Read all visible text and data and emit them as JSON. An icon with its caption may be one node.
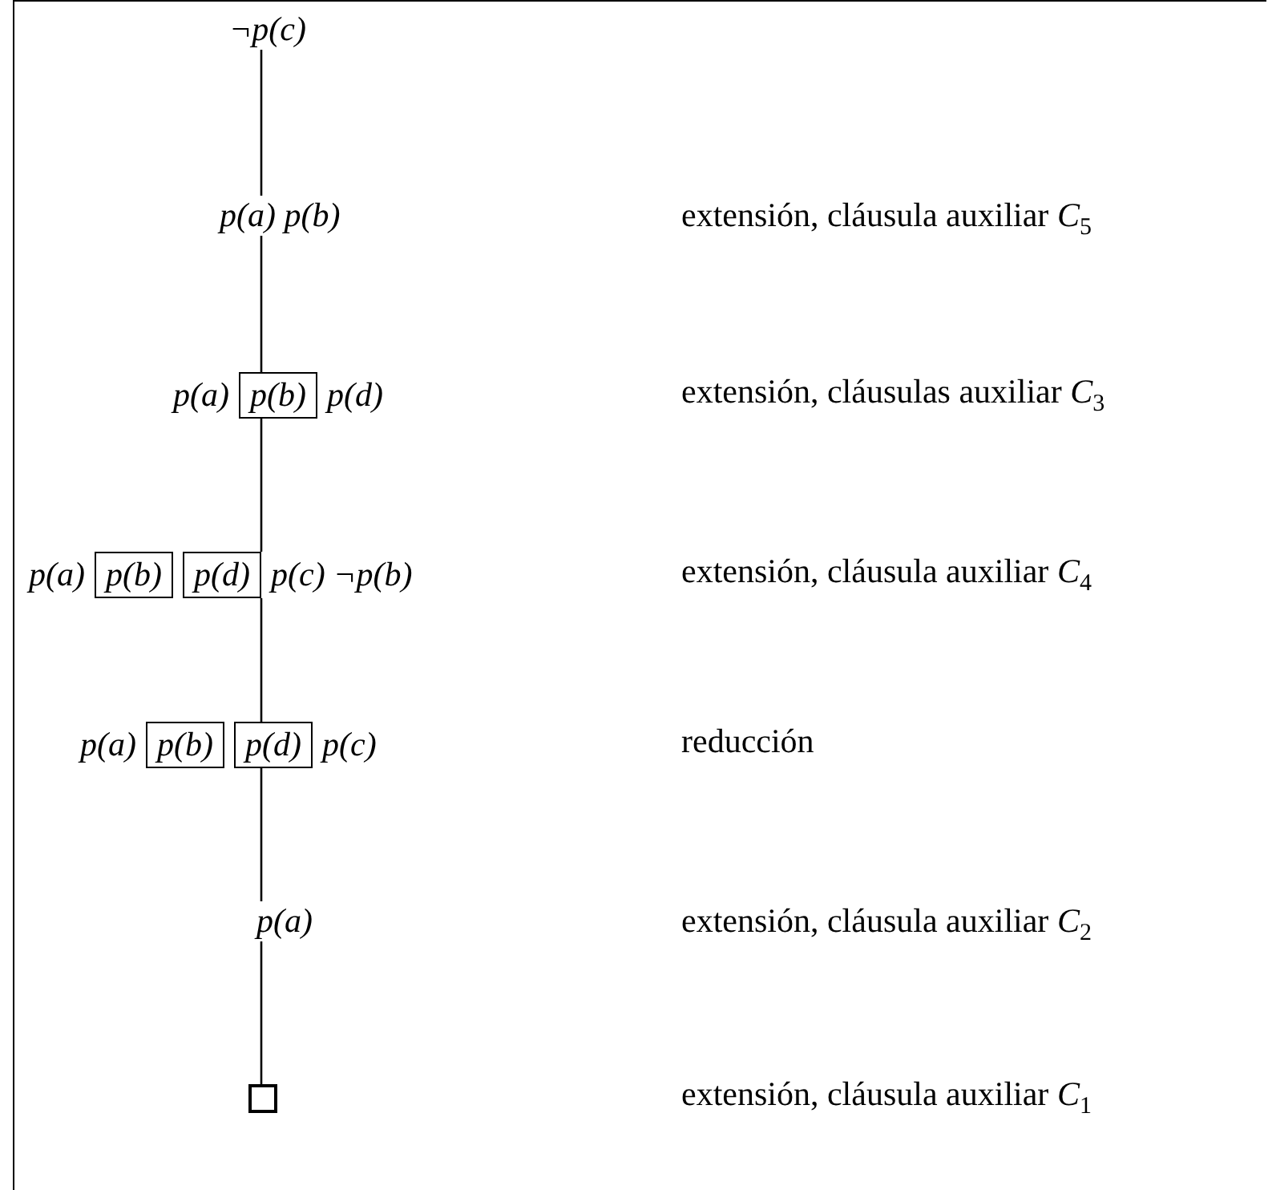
{
  "diagram": {
    "nodes": [
      {
        "text": [
          "¬p(c)"
        ]
      },
      {
        "text": [
          "p(a) p(b)"
        ]
      },
      {
        "text": [
          "p(a)",
          "p(d)"
        ]
      },
      {
        "text": [
          "p(b)"
        ]
      },
      {
        "text": [
          "p(a)",
          "p(c) ¬p(b)"
        ]
      },
      {
        "text": [
          "p(b)"
        ]
      },
      {
        "text": [
          "p(d)"
        ]
      },
      {
        "text": [
          "p(a)",
          "p(c)"
        ]
      },
      {
        "text": [
          "p(b)"
        ]
      },
      {
        "text": [
          "p(d)"
        ]
      },
      {
        "text": [
          "p(a)"
        ]
      },
      {
        "text": [],
        "shape": "box"
      }
    ],
    "edges": [
      {
        "from": 0,
        "to": 1,
        "arrow": "none"
      },
      {
        "from": 1,
        "to": 2,
        "arrow": "none"
      },
      {
        "from": 2,
        "to": 4,
        "arrow": "none"
      },
      {
        "from": 4,
        "to": 7,
        "arrow": "none"
      },
      {
        "from": 7,
        "to": 10,
        "arrow": "none"
      },
      {
        "from": 10,
        "to": 11,
        "arrow": "none"
      }
    ],
    "labels": [
      "extensión, cláusula auxiliar *C*$_{5}$",
      "extensión, cláusulas auxiliar *C*$_{3}$",
      "extensión, cláusula auxiliar *C*$_{4}$",
      "reducción",
      "extensión, cláusula auxiliar *C*$_{2}$",
      "extensión, cláusula auxiliar *C*$_{1}$"
    ]
  }
}
